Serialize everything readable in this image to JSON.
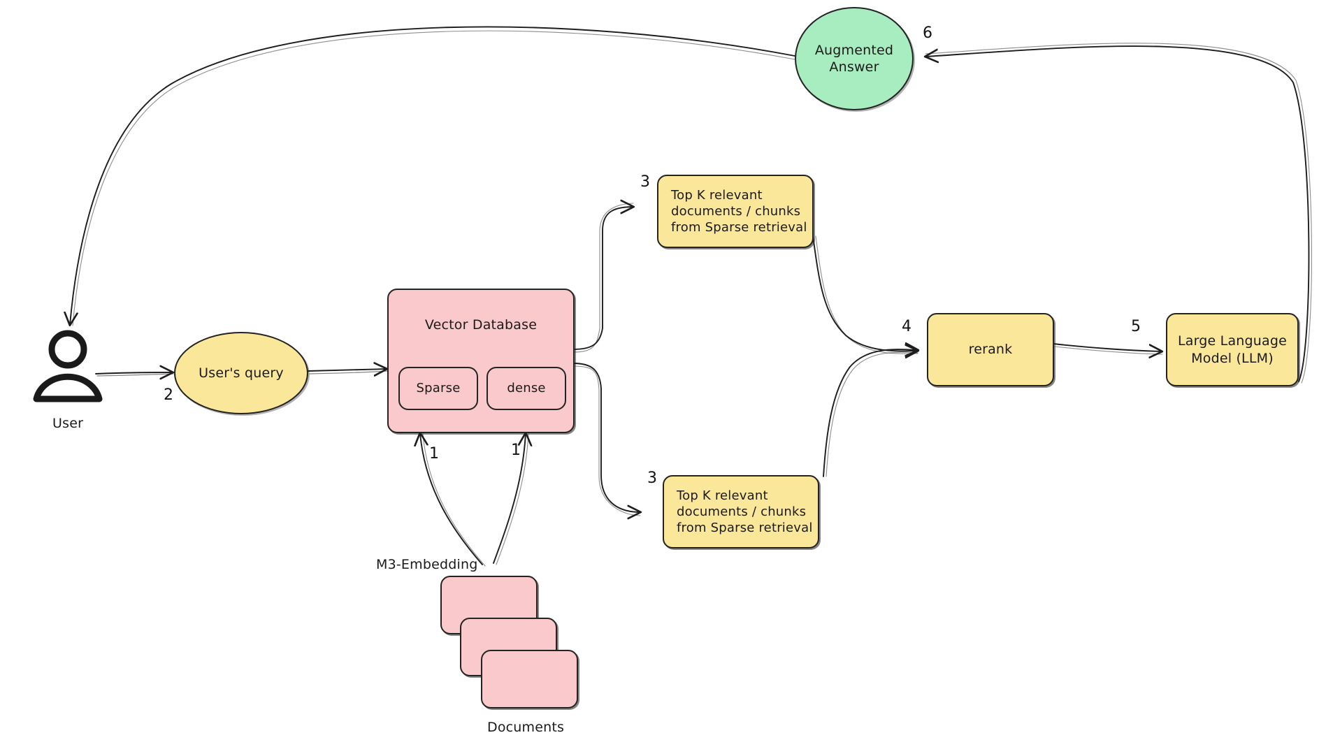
{
  "diagram": {
    "title": "RAG retrieval pipeline with M3-Embedding, hybrid vector search and rerank",
    "background": "#ffffff",
    "colors": {
      "yellow": "#fae79a",
      "pink": "#fac9cb",
      "green": "#a8edc0",
      "stroke": "#232323",
      "text": "#1a1a1a"
    }
  },
  "nodes": {
    "user": {
      "label": "User",
      "icon": "user-actor-icon"
    },
    "user_query": {
      "label": "User's query",
      "shape": "ellipse",
      "color": "#fae79a"
    },
    "vector_database": {
      "label": "Vector Database",
      "shape": "rounded-rect",
      "color": "#fac9cb",
      "children": [
        {
          "label": "Sparse",
          "color": "#fac9cb"
        },
        {
          "label": "dense",
          "color": "#fac9cb"
        }
      ]
    },
    "topk_sparse_upper": {
      "label": "Top K relevant\ndocuments / chunks\nfrom Sparse retrieval",
      "shape": "rounded-rect",
      "color": "#fae79a"
    },
    "topk_sparse_lower": {
      "label": "Top K relevant\ndocuments / chunks\nfrom Sparse retrieval",
      "shape": "rounded-rect",
      "color": "#fae79a"
    },
    "rerank": {
      "label": "rerank",
      "shape": "rounded-rect",
      "color": "#fae79a"
    },
    "llm": {
      "label": "Large Language\nModel (LLM)",
      "shape": "rounded-rect",
      "color": "#fae79a"
    },
    "augmented_answer": {
      "label": "Augmented\nAnswer",
      "shape": "circle",
      "color": "#a8edc0"
    },
    "documents": {
      "label": "Documents",
      "shape": "stacked-rects",
      "color": "#fac9cb",
      "count": 3
    },
    "m3_embedding": {
      "label": "M3-Embedding"
    }
  },
  "edges": [
    {
      "id": "docs-to-sparse",
      "from": "documents",
      "to": "vector_database.Sparse",
      "number": "1"
    },
    {
      "id": "docs-to-dense",
      "from": "documents",
      "to": "vector_database.dense",
      "number": "1"
    },
    {
      "id": "user-to-query",
      "from": "user",
      "to": "user_query",
      "number": "2"
    },
    {
      "id": "query-to-vdb",
      "from": "user_query",
      "to": "vector_database",
      "number": ""
    },
    {
      "id": "vdb-to-topk-up",
      "from": "vector_database",
      "to": "topk_sparse_upper",
      "number": "3"
    },
    {
      "id": "vdb-to-topk-low",
      "from": "vector_database",
      "to": "topk_sparse_lower",
      "number": "3"
    },
    {
      "id": "topk-up-rerank",
      "from": "topk_sparse_upper",
      "to": "rerank",
      "number": "4"
    },
    {
      "id": "topk-low-rerank",
      "from": "topk_sparse_lower",
      "to": "rerank",
      "number": ""
    },
    {
      "id": "rerank-to-llm",
      "from": "rerank",
      "to": "llm",
      "number": "5"
    },
    {
      "id": "llm-to-answer",
      "from": "llm",
      "to": "augmented_answer",
      "number": "6"
    },
    {
      "id": "answer-to-user",
      "from": "augmented_answer",
      "to": "user",
      "number": ""
    }
  ]
}
